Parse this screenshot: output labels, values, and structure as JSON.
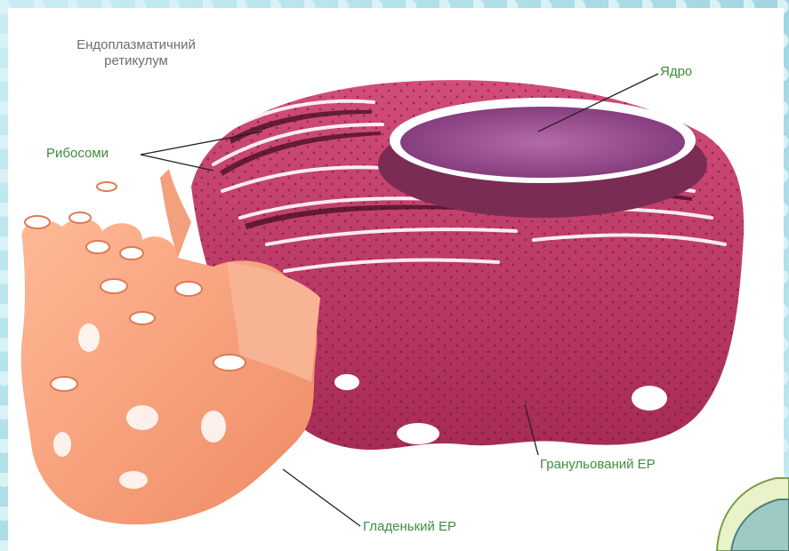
{
  "title_line1": "Ендоплазматичний",
  "title_line2": "ретикулум",
  "labels": {
    "nucleus": "Ядро",
    "ribosomes": "Рибосоми",
    "rough_er": "Гранульований ЕР",
    "smooth_er": "Гладенький ЕР"
  },
  "colors": {
    "rough_er": "#c2406a",
    "smooth_er": "#f5a482",
    "nucleus": "#9b4a92",
    "label_text": "#3b8f3b",
    "title_text": "#6e6e6e",
    "background": "#bfe6ee"
  }
}
